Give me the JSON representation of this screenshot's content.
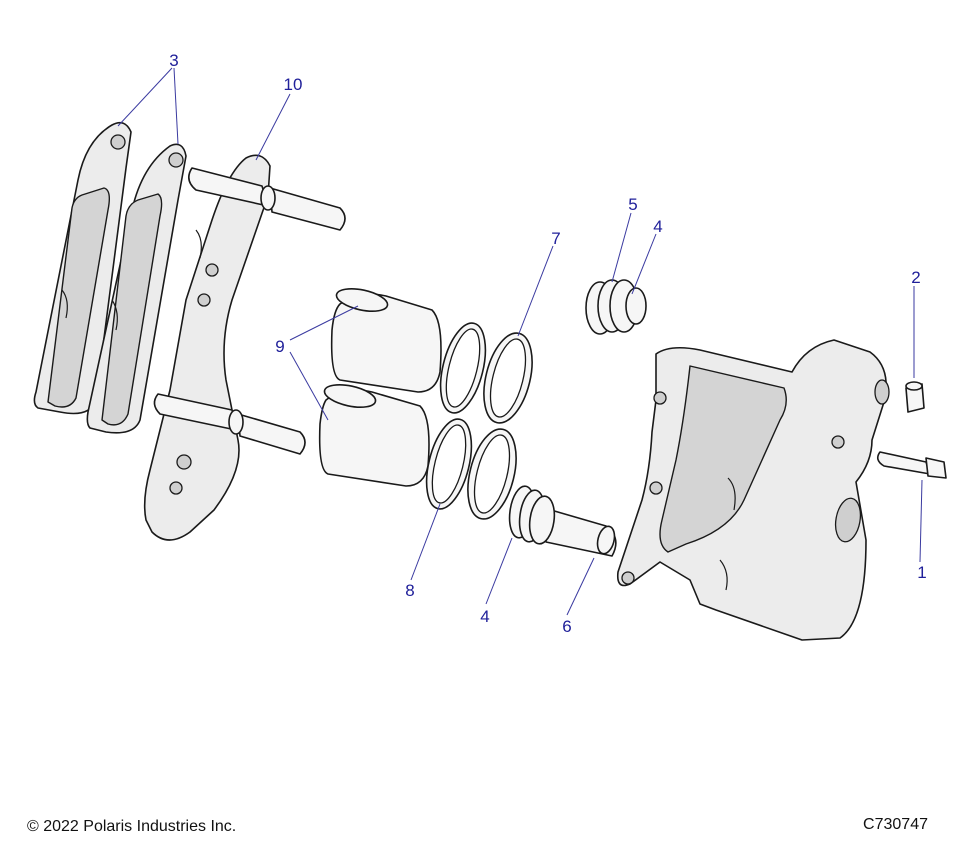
{
  "diagram": {
    "callouts": {
      "c1": "1",
      "c2": "2",
      "c3": "3",
      "c4a": "4",
      "c4b": "4",
      "c5": "5",
      "c6": "6",
      "c7": "7",
      "c8": "8",
      "c9": "9",
      "c10": "10"
    }
  },
  "footer": {
    "copyright": "© 2022 Polaris Industries Inc.",
    "figure_code": "C730747"
  }
}
